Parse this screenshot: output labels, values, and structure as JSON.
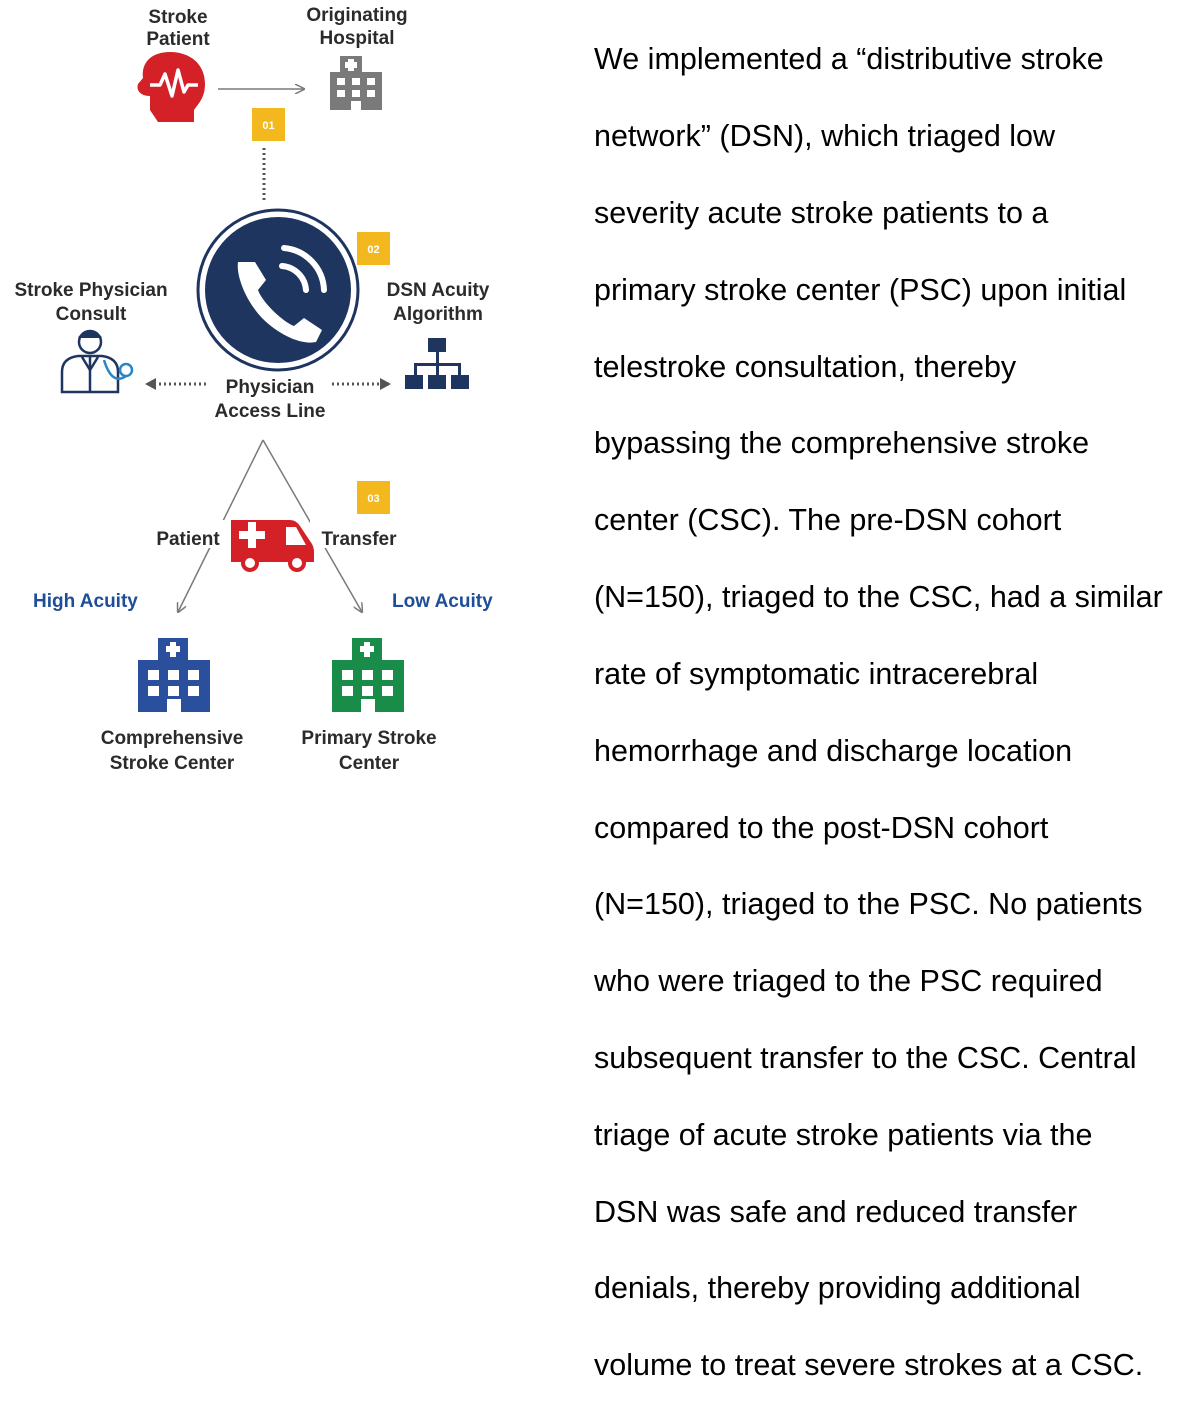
{
  "diagram": {
    "stroke_patient": [
      "Stroke",
      "Patient"
    ],
    "originating_hospital": [
      "Originating",
      "Hospital"
    ],
    "stroke_physician_consult": [
      "Stroke Physician",
      "Consult"
    ],
    "dsn_acuity_algorithm": [
      "DSN Acuity",
      "Algorithm"
    ],
    "physician_access_line": [
      "Physician",
      "Access Line"
    ],
    "patient_transfer": [
      "Patient",
      "Transfer"
    ],
    "high_acuity": "High Acuity",
    "low_acuity": "Low Acuity",
    "comprehensive_stroke_center": [
      "Comprehensive",
      "Stroke Center"
    ],
    "primary_stroke_center": [
      "Primary Stroke",
      "Center"
    ],
    "badges": [
      "01",
      "02",
      "03"
    ]
  },
  "paragraph_lines": [
    "We implemented a “distributive stroke",
    "network” (DSN), which triaged low",
    "severity acute stroke patients to a",
    "primary stroke center (PSC) upon initial",
    "telestroke consultation, thereby",
    "bypassing the comprehensive stroke",
    "center (CSC).  The pre-DSN cohort",
    "(N=150), triaged to the CSC, had a similar",
    "rate of symptomatic intracerebral",
    "hemorrhage and discharge location",
    "compared to the post-DSN cohort",
    "(N=150), triaged to the PSC. No patients",
    "who were triaged to the PSC required",
    "subsequent transfer to the CSC.  Central",
    "triage of acute stroke patients via the",
    "DSN was safe and reduced transfer",
    "denials, thereby providing additional",
    "volume to treat severe strokes at a CSC."
  ],
  "colors": {
    "navy": "#1e3560",
    "red": "#d42027",
    "gray": "#7a7a7a",
    "badge": "#f2b81d",
    "csc_blue": "#2a4f9d",
    "psc_green": "#1a8c4a"
  }
}
